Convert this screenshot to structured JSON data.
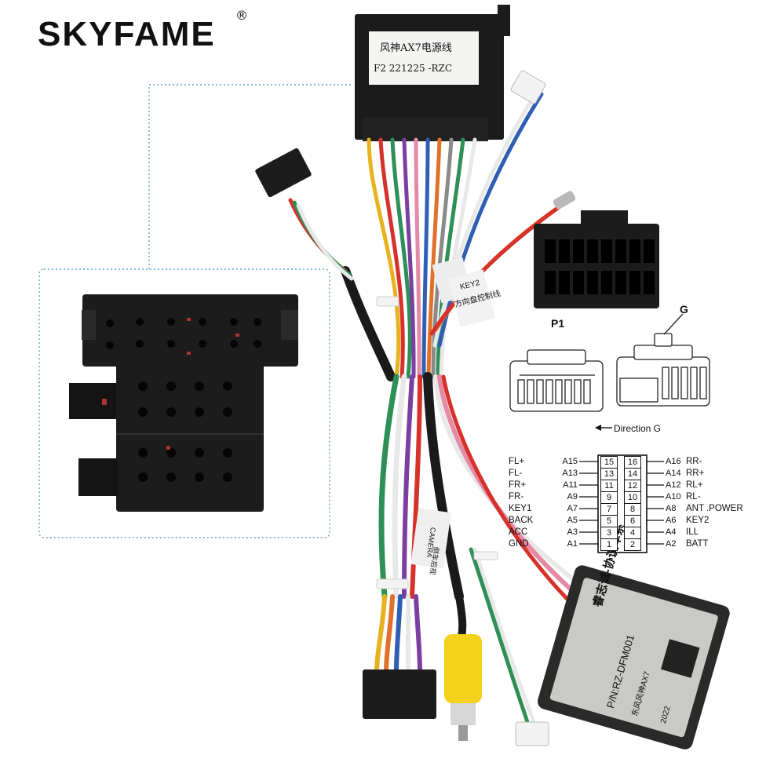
{
  "brand": {
    "name": "SKYFAME",
    "registered_mark": "®"
  },
  "labels": {
    "power_connector_tag": [
      "风神AX7电源线",
      "F2  221225   -RZC"
    ],
    "key2_tag": [
      "KEY2",
      "方向盘控制线"
    ],
    "reverse_tag": [
      "倒车后视"
    ],
    "camera_tag": "CAMERA",
    "decoder_box": [
      "睿志诚-协议车系",
      "P/N:RZ-DFM001",
      "东风风神AX7",
      "2022"
    ]
  },
  "pinout": {
    "p1_label": "P1",
    "g_label": "G",
    "direction_label": "Direction G",
    "rows": [
      {
        "left_name": "FL+",
        "left_code": "A15",
        "left_num": "15",
        "right_num": "16",
        "right_code": "A16",
        "right_name": "RR-"
      },
      {
        "left_name": "FL-",
        "left_code": "A13",
        "left_num": "13",
        "right_num": "14",
        "right_code": "A14",
        "right_name": "RR+"
      },
      {
        "left_name": "FR+",
        "left_code": "A11",
        "left_num": "11",
        "right_num": "12",
        "right_code": "A12",
        "right_name": "RL+"
      },
      {
        "left_name": "FR-",
        "left_code": "A9",
        "left_num": "9",
        "right_num": "10",
        "right_code": "A10",
        "right_name": "RL-"
      },
      {
        "left_name": "KEY1",
        "left_code": "A7",
        "left_num": "7",
        "right_num": "8",
        "right_code": "A8",
        "right_name": "ANT .POWER"
      },
      {
        "left_name": "BACK",
        "left_code": "A5",
        "left_num": "5",
        "right_num": "6",
        "right_code": "A6",
        "right_name": "KEY2"
      },
      {
        "left_name": "ACC",
        "left_code": "A3",
        "left_num": "3",
        "right_num": "4",
        "right_code": "A4",
        "right_name": "ILL"
      },
      {
        "left_name": "GND",
        "left_code": "A1",
        "left_num": "1",
        "right_num": "2",
        "right_code": "A2",
        "right_name": "BATT"
      }
    ]
  },
  "colors": {
    "connector": "#1c1c1c",
    "dotted_frame": "#5aa6c8",
    "wire_red": "#d6312a",
    "wire_yellow": "#e8b21e",
    "wire_green": "#2e8f57",
    "wire_blue": "#2f5fb3",
    "wire_white": "#e8e8e8",
    "wire_purple": "#7a3fa0",
    "wire_orange": "#e0712a",
    "wire_pink": "#e58aa4",
    "rca_yellow": "#f2d21b"
  }
}
